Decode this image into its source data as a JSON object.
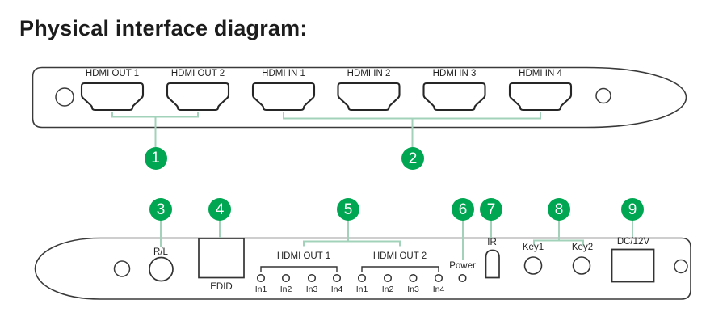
{
  "title": "Physical interface diagram:",
  "colors": {
    "callout_green": "#00A651",
    "pointer_line_green": "#A3D2BA",
    "diagram_outline": "#333333"
  },
  "callouts": [
    "1",
    "2",
    "3",
    "4",
    "5",
    "6",
    "7",
    "8",
    "9"
  ],
  "top_panel": {
    "port_labels": [
      "HDMI OUT 1",
      "HDMI OUT 2",
      "HDMI IN 1",
      "HDMI IN 2",
      "HDMI IN 3",
      "HDMI IN 4"
    ]
  },
  "bottom_panel": {
    "rl_label": "R/L",
    "edid_label": "EDID",
    "led_groups": [
      {
        "label": "HDMI OUT 1",
        "leds": [
          "In1",
          "In2",
          "In3",
          "In4"
        ]
      },
      {
        "label": "HDMI OUT 2",
        "leds": [
          "In1",
          "In2",
          "In3",
          "In4"
        ]
      }
    ],
    "power_label": "Power",
    "ir_label": "IR",
    "key1_label": "Key1",
    "key2_label": "Key2",
    "dc_label": "DC/12V"
  }
}
